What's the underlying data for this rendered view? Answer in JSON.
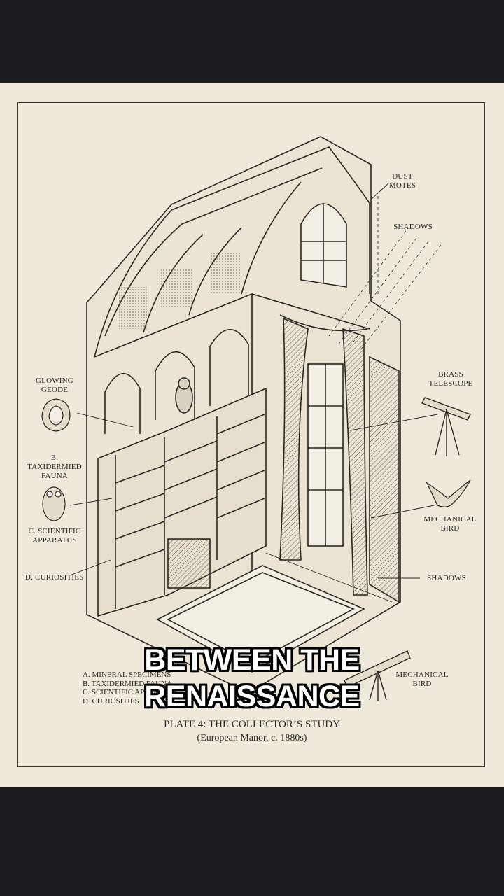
{
  "labels": {
    "dust_motes": [
      "DUST",
      "MOTES"
    ],
    "shadows_top": "SHADOWS",
    "brass_telescope": [
      "BRASS",
      "TELESCOPE"
    ],
    "glowing_geode": [
      "GLOWING",
      "GEODE"
    ],
    "taxidermied_fauna": [
      "B.",
      "TAXIDERMIED",
      "FAUNA"
    ],
    "scientific_apparatus": [
      "C. SCIENTIFIC",
      "APPARATUS"
    ],
    "mechanical_bird_right": [
      "MECHANICAL",
      "BIRD"
    ],
    "curiosities": "D. CURIOSITIES",
    "shadows_right": "SHADOWS",
    "mechanical_bird_bottom": [
      "MECHANICAL",
      "BIRD"
    ]
  },
  "legend": [
    "A. MINERAL SPECIMENS",
    "B. TAXIDERMIED FAUNA",
    "C. SCIENTIFIC APPARATUS",
    "D. CURIOSITIES"
  ],
  "plate_title": "PLATE 4: THE COLLECTOR’S STUDY",
  "plate_subtitle": "(European Manor, c. 1880s)",
  "caption": [
    "BETWEEN THE",
    "RENAISSANCE"
  ],
  "colors": {
    "paper": "#efe9dc",
    "ink": "#2b2823",
    "letterbox": "#1c1d22"
  }
}
